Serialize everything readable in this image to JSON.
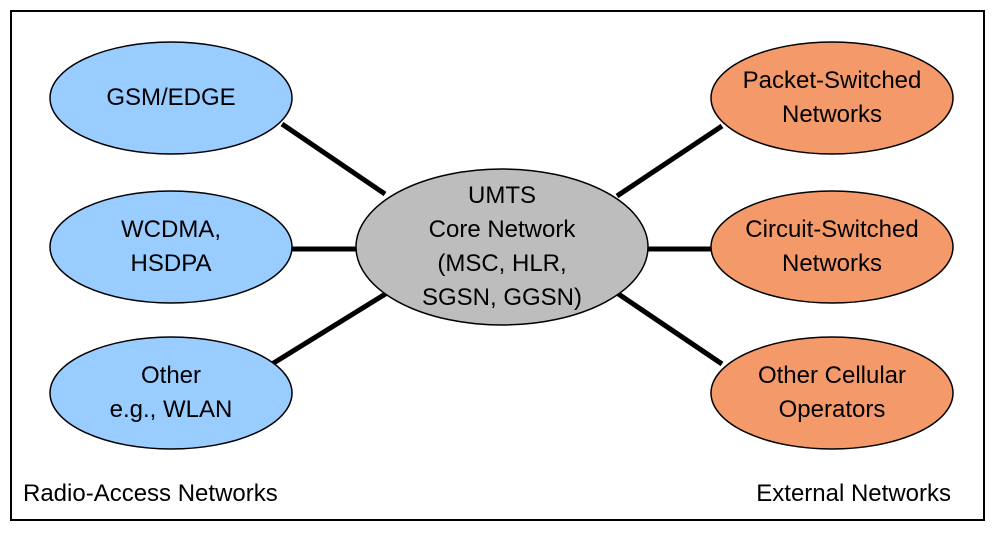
{
  "colors": {
    "radio_access_fill": "#99ccff",
    "core_fill": "#bdbdbd",
    "external_fill": "#f4996a",
    "stroke": "#000000"
  },
  "core": {
    "lines": [
      "UMTS",
      "Core Network",
      "(MSC, HLR,",
      "SGSN, GGSN)"
    ]
  },
  "radio_access": {
    "label": "Radio-Access Networks",
    "nodes": [
      {
        "lines": [
          "GSM/EDGE"
        ]
      },
      {
        "lines": [
          "WCDMA,",
          "HSDPA"
        ]
      },
      {
        "lines": [
          "Other",
          "e.g., WLAN"
        ]
      }
    ]
  },
  "external": {
    "label": "External Networks",
    "nodes": [
      {
        "lines": [
          "Packet-Switched",
          "Networks"
        ]
      },
      {
        "lines": [
          "Circuit-Switched",
          "Networks"
        ]
      },
      {
        "lines": [
          "Other Cellular",
          "Operators"
        ]
      }
    ]
  }
}
